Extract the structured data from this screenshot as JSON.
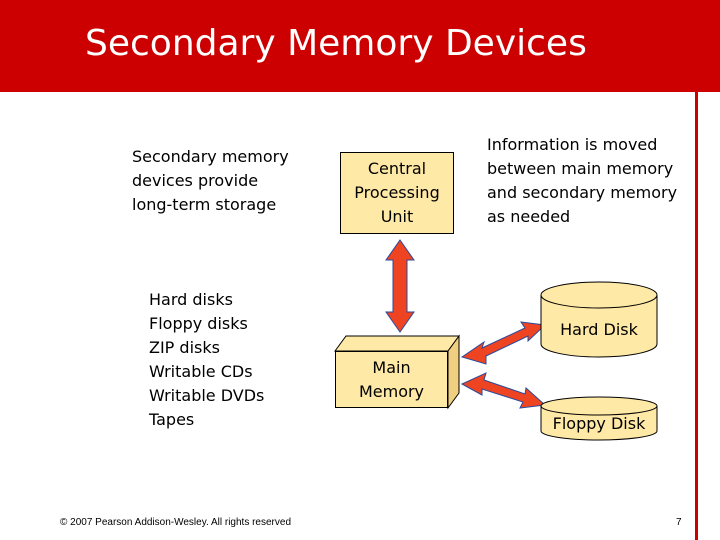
{
  "header": {
    "title": "Secondary Memory Devices"
  },
  "left_column": {
    "intro": "Secondary memory\ndevices provide\nlong-term storage",
    "device_list": [
      "Hard disks",
      "Floppy disks",
      "ZIP disks",
      "Writable CDs",
      "Writable DVDs",
      "Tapes"
    ]
  },
  "diagram": {
    "cpu_label": "Central\nProcessing\nUnit",
    "main_memory_label": "Main\nMemory",
    "hard_disk_label": "Hard Disk",
    "floppy_disk_label": "Floppy Disk",
    "note": "Information is moved\nbetween main memory\nand secondary memory\nas needed"
  },
  "footer": {
    "copyright": "© 2007 Pearson Addison-Wesley. All rights reserved",
    "page_number": "7"
  },
  "colors": {
    "title_bar": "#cc0000",
    "box_fill": "#ffe9a6",
    "arrow_fill": "#ee4422"
  }
}
